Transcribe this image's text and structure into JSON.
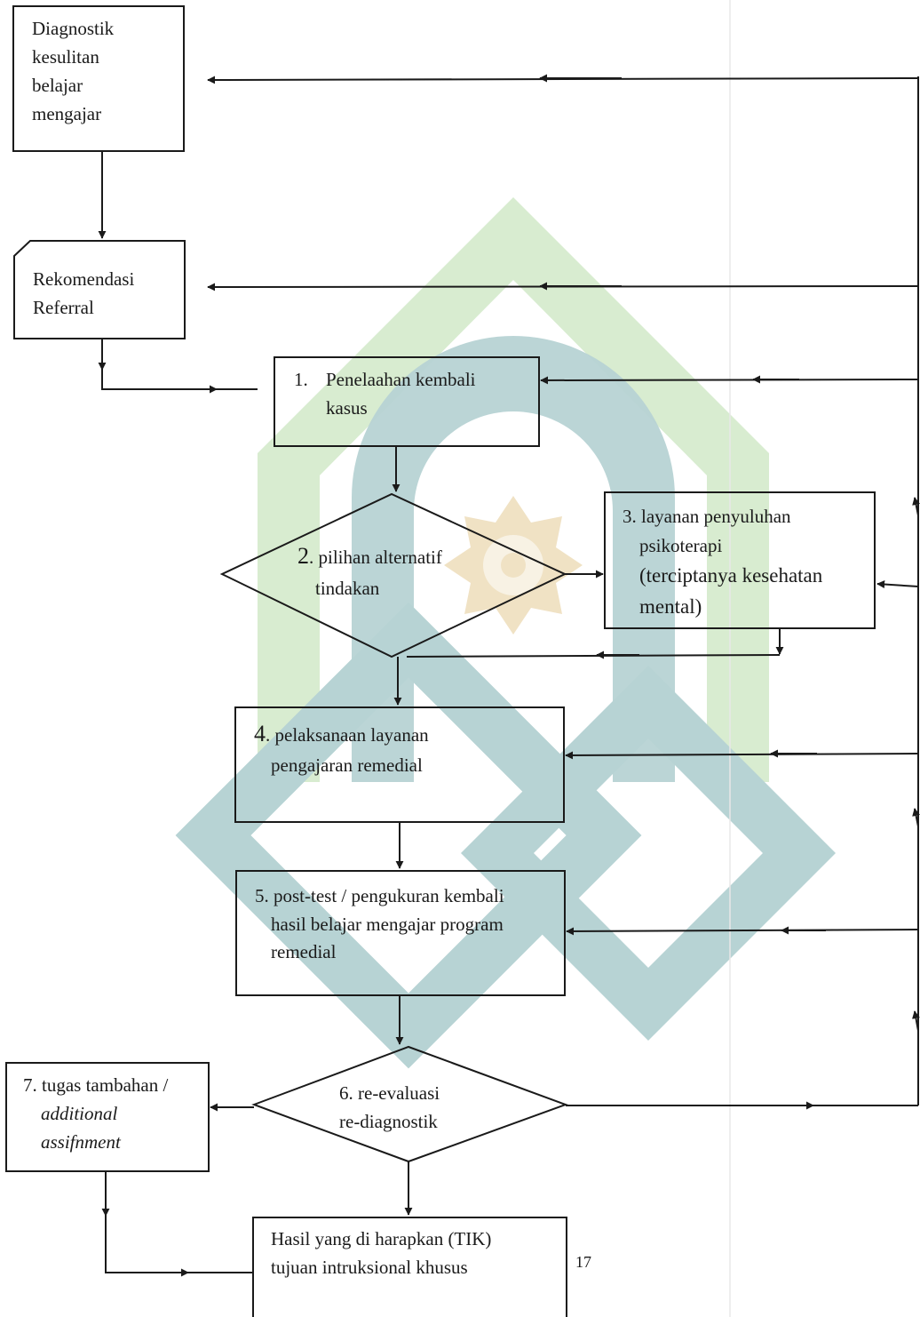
{
  "boxes": {
    "diagnostik": [
      "Diagnostik",
      "kesulitan",
      "belajar",
      "mengajar"
    ],
    "rekomendasi": [
      "Rekomendasi",
      "Referral"
    ],
    "step1": {
      "num": "1.",
      "line1": "Penelaahan kembali",
      "line2": "kasus"
    },
    "step2": {
      "num": "2",
      "line1": ". pilihan alternatif",
      "line2": "tindakan"
    },
    "step3": {
      "line1": "3. layanan penyuluhan",
      "line2": "psikoterapi",
      "line3": "(terciptanya kesehatan",
      "line4": "mental)"
    },
    "step4": {
      "num": "4",
      "line1": ". pelaksanaan layanan",
      "line2": "pengajaran remedial"
    },
    "step5": {
      "line1": "5. post-test / pengukuran kembali",
      "line2": "hasil belajar mengajar program",
      "line3": "remedial"
    },
    "step6": {
      "line1": "6. re-evaluasi",
      "line2": "re-diagnostik"
    },
    "step7": {
      "line1": "7. tugas tambahan /",
      "line2": "additional",
      "line3": "assifnment"
    },
    "hasil": {
      "line1": "Hasil yang di harapkan (TIK)",
      "line2": "tujuan intruksional khusus"
    }
  },
  "page_number": "17",
  "watermark": {
    "green": "#d8ecd0",
    "teal": "#b7d3d4",
    "gold": "#f0e2c4"
  }
}
